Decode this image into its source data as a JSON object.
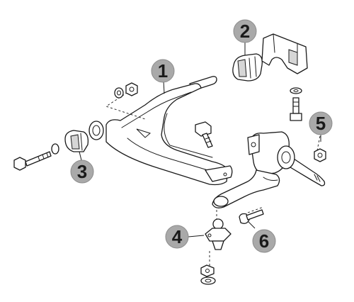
{
  "diagram": {
    "callouts": [
      {
        "id": "1",
        "label": "1"
      },
      {
        "id": "2",
        "label": "2"
      },
      {
        "id": "3",
        "label": "3"
      },
      {
        "id": "4",
        "label": "4"
      },
      {
        "id": "5",
        "label": "5"
      },
      {
        "id": "6",
        "label": "6"
      }
    ]
  },
  "colors": {
    "callout_fill": "#a9a9a9",
    "line": "#1a1a1a",
    "background": "#ffffff"
  }
}
